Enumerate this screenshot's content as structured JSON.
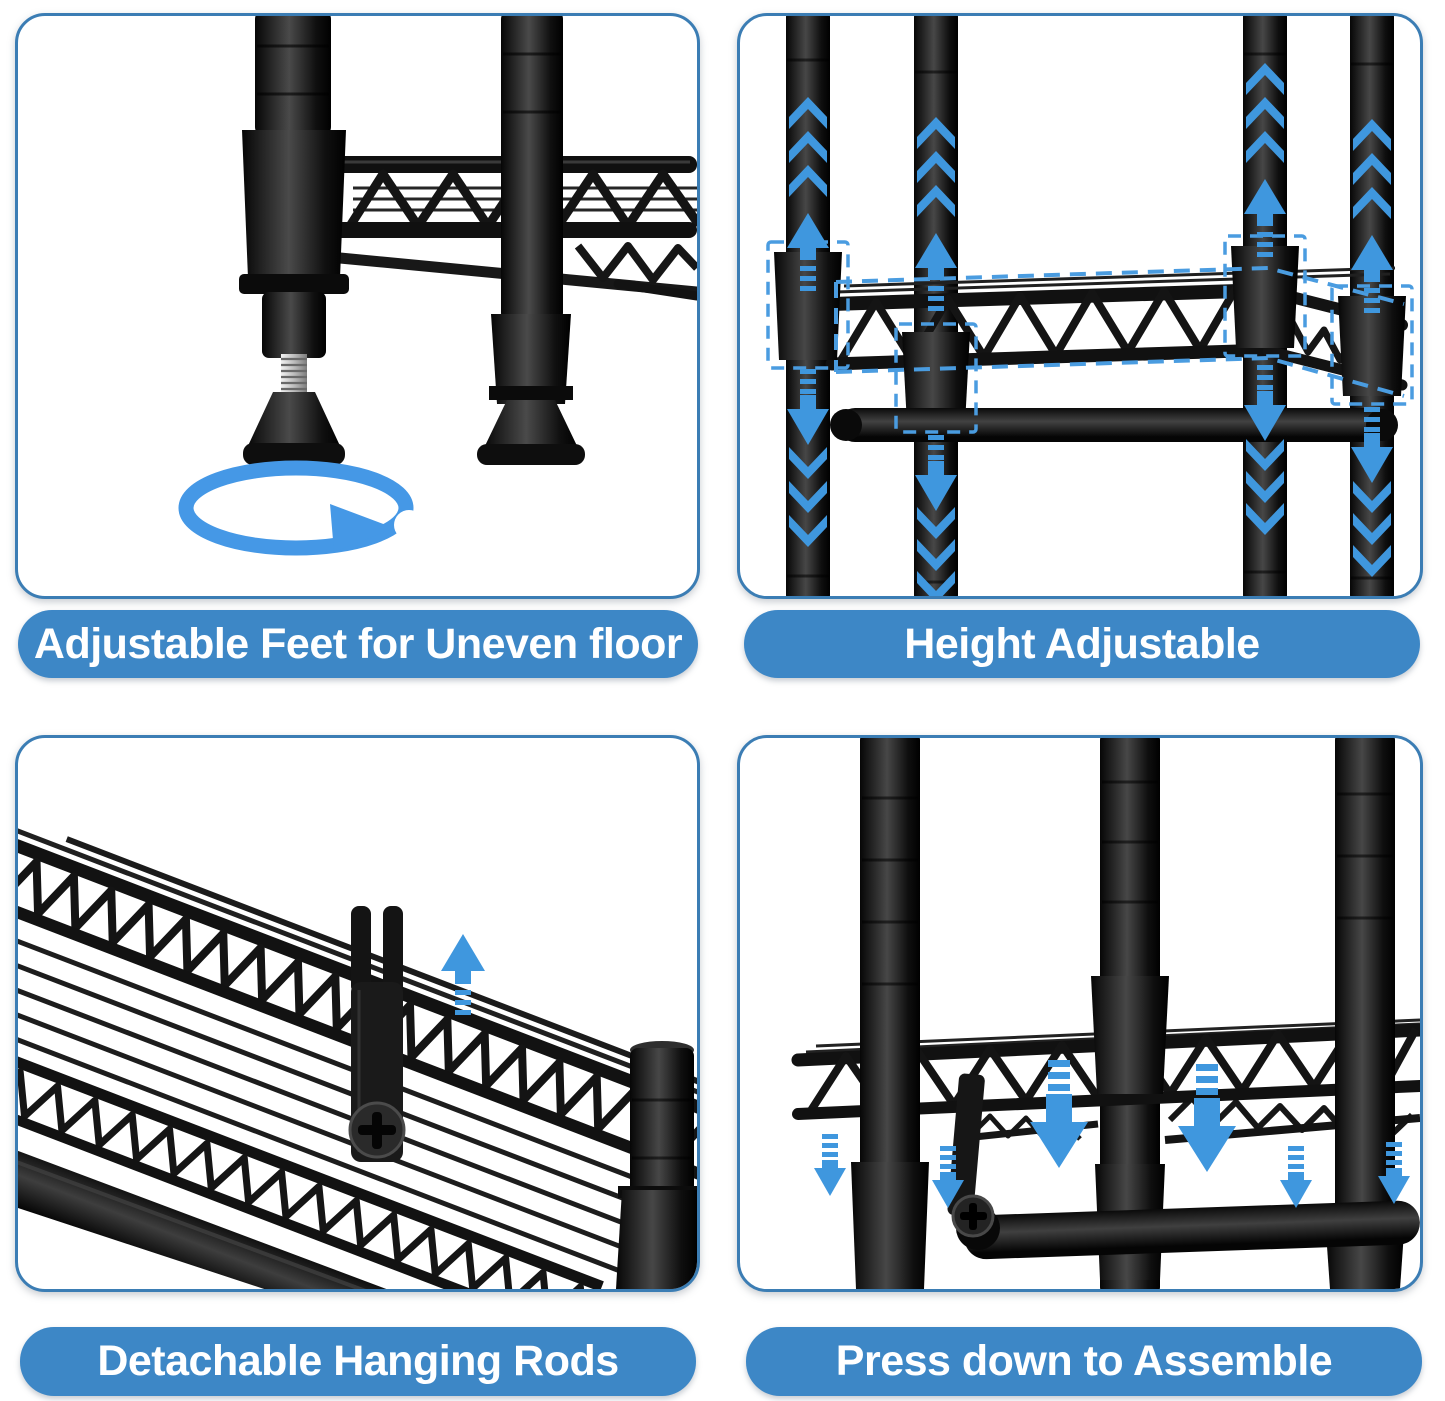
{
  "page": {
    "type": "product-feature-collage",
    "background": "#ffffff"
  },
  "colors": {
    "panel_border": "#3b7db4",
    "caption_background": "#3d87c6",
    "caption_text": "#ffffff",
    "annotation_blue": "#3f97de",
    "rotation_arrow_blue": "#4598e6",
    "dashed_outline_blue": "#4a9ce0",
    "product_black": "#141414",
    "screw_silver": "#bdbdbd"
  },
  "panels": [
    {
      "id": "adjustable-feet",
      "caption": "Adjustable Feet for Uneven floor",
      "annotations": [
        "rotation-arrow-icon"
      ],
      "subject": "two black shelf legs with screw-adjustable leveling feet and wire shelf"
    },
    {
      "id": "height-adjustable",
      "caption": "Height Adjustable",
      "annotations": [
        "up-chevron-arrows",
        "down-chevron-arrows",
        "dashed-highlight-boxes"
      ],
      "subject": "four black poles with movable wire shelf, sleeves and hanging rod"
    },
    {
      "id": "detachable-hanging-rods",
      "caption": "Detachable Hanging Rods",
      "annotations": [
        "up-arrow-icon"
      ],
      "subject": "underside of wire shelf with detachable rod hook bracket and phillips screw"
    },
    {
      "id": "press-down-to-assemble",
      "caption": "Press down to Assemble",
      "annotations": [
        "down-arrow-icons"
      ],
      "subject": "three black poles with wire shelf and hanging rod pressed down onto sleeves"
    }
  ]
}
